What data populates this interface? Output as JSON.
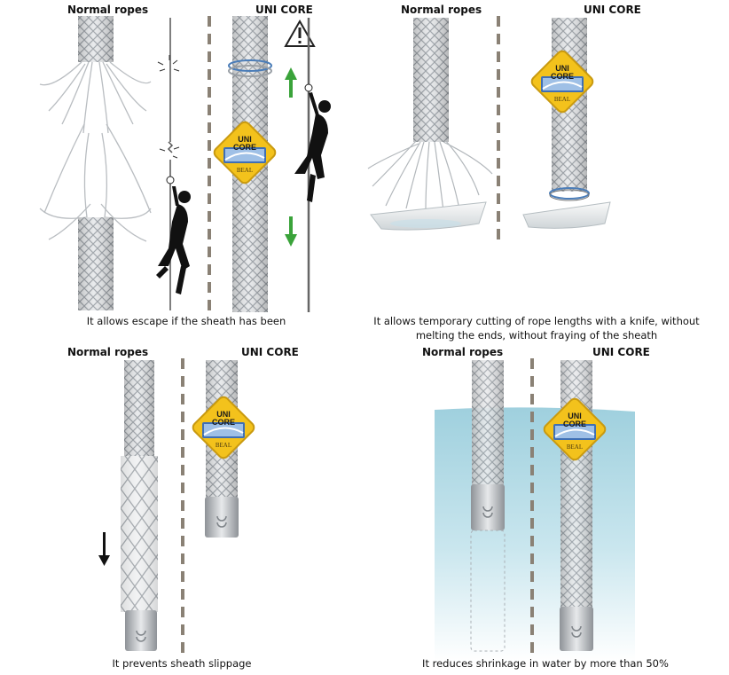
{
  "panels": [
    {
      "header_left": "Normal ropes",
      "header_right": "UNI CORE",
      "caption": "It allows escape if the sheath has been"
    },
    {
      "header_left": "Normal ropes",
      "header_right": "UNI CORE",
      "caption": "It allows temporary cutting of rope lengths with a knife, without melting the ends, without fraying of the sheath"
    },
    {
      "header_left": "Normal ropes",
      "header_right": "UNI CORE",
      "caption": "It prevents sheath slippage"
    },
    {
      "header_left": "Normal ropes",
      "header_right": "UNI CORE",
      "caption": "It reduces shrinkage in water by more than 50%"
    }
  ],
  "badge": {
    "line1": "UNI",
    "line2": "CORE",
    "brand": "BEAL"
  },
  "colors": {
    "badge_yellow": "#f3c21c",
    "arrow_green": "#3aa33a",
    "water": "#a9d6e3",
    "divider": "#8a8175"
  }
}
